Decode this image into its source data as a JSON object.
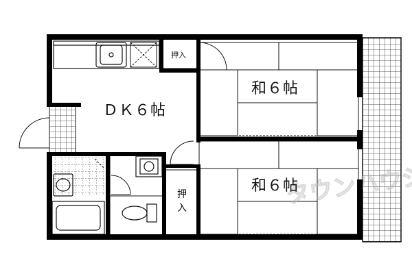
{
  "floorplan": {
    "rooms": {
      "dk": {
        "label": "ＤＫ６帖"
      },
      "washitsu_upper": {
        "label": "和６帖"
      },
      "washitsu_lower": {
        "label": "和６帖"
      }
    },
    "closets": {
      "upper": {
        "label": "押入"
      },
      "lower": {
        "label_line1": "押",
        "label_line2": "入"
      }
    },
    "watermark": "タウンハウジング",
    "colors": {
      "wall": "#000000",
      "fixture_line": "#111111",
      "tatami_dash": "#222222",
      "watermark": "#bdbdbd"
    }
  }
}
